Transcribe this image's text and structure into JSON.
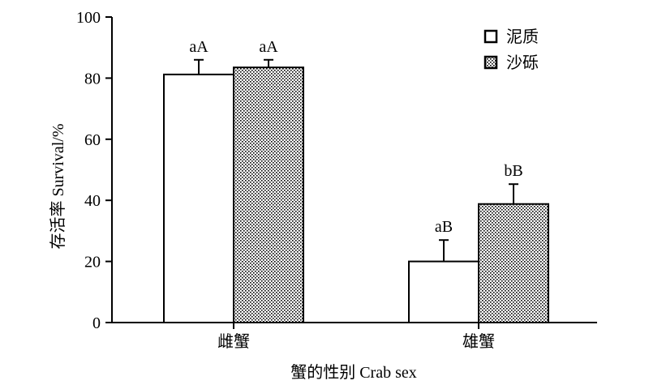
{
  "chart_data": {
    "type": "bar",
    "title": "",
    "xlabel": "蟹的性别 Crab sex",
    "ylabel": "存活率 Survival/%",
    "ylim": [
      0,
      100
    ],
    "yticks": [
      0,
      20,
      40,
      60,
      80,
      100
    ],
    "categories": [
      "雌蟹",
      "雄蟹"
    ],
    "legend_position": "top-right",
    "grid": false,
    "series": [
      {
        "name": "泥质",
        "pattern": "white",
        "values": [
          81.2,
          20
        ],
        "errors": [
          4.8,
          7
        ],
        "labels": [
          "aA",
          "aB"
        ]
      },
      {
        "name": "沙砾",
        "pattern": "dotted",
        "values": [
          83.5,
          38.8
        ],
        "errors": [
          2.5,
          6.5
        ],
        "labels": [
          "aA",
          "bB"
        ]
      }
    ]
  }
}
